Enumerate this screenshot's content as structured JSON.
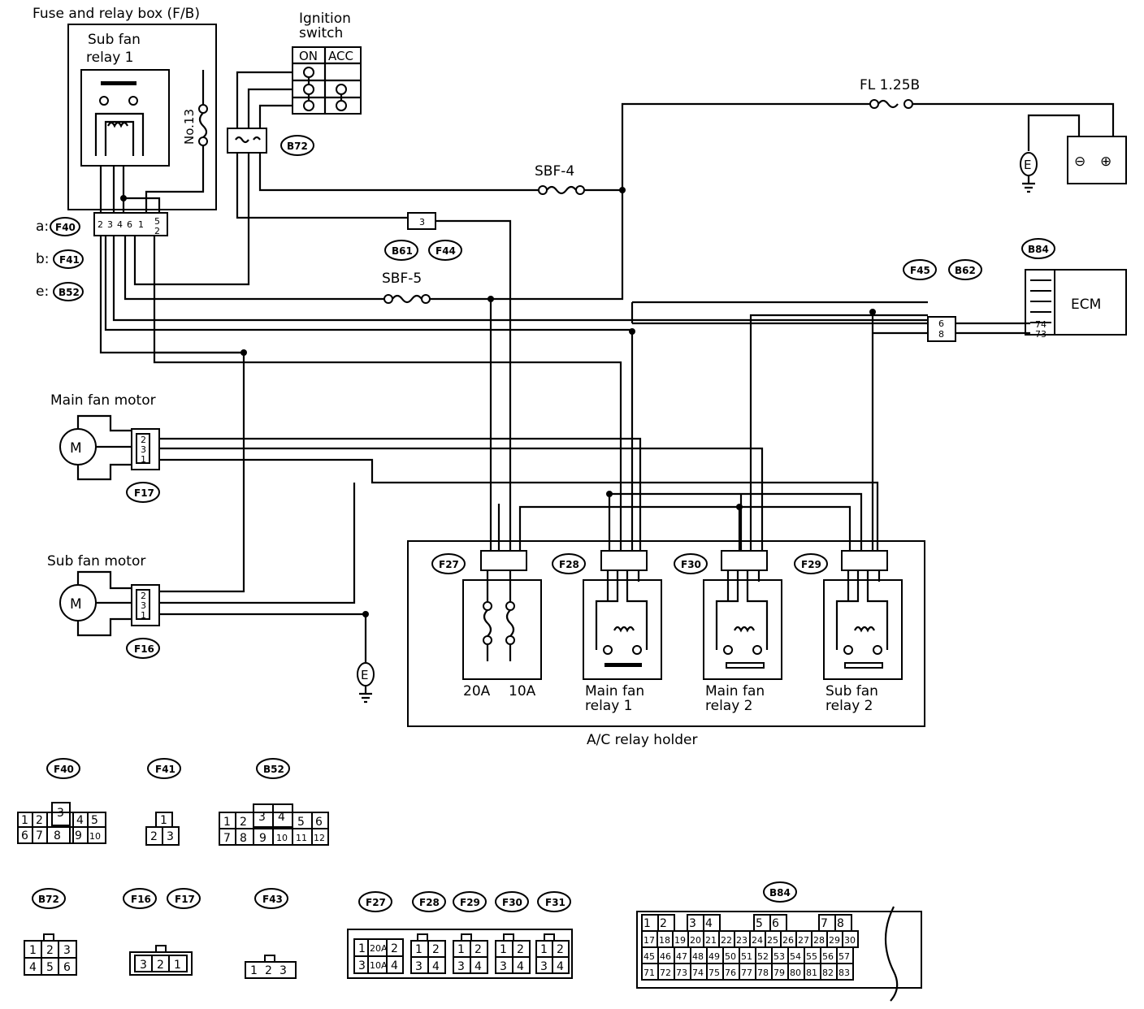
{
  "labels": {
    "fuse_relay_box": "Fuse and relay box (F/B)",
    "sub_fan_relay1_l1": "Sub fan",
    "sub_fan_relay1_l2": "relay 1",
    "no13": "No.13",
    "ignition_l1": "Ignition",
    "ignition_l2": "switch",
    "ign_on": "ON",
    "ign_acc": "ACC",
    "fl125b": "FL 1.25B",
    "sbf4": "SBF-4",
    "sbf5": "SBF-5",
    "ecm": "ECM",
    "main_fan_motor": "Main fan motor",
    "sub_fan_motor": "Sub fan motor",
    "fuse20a": "20A",
    "fuse10a": "10A",
    "main_fan_relay1_l1": "Main fan",
    "main_fan_relay1_l2": "relay 1",
    "main_fan_relay2_l1": "Main fan",
    "main_fan_relay2_l2": "relay 2",
    "sub_fan_relay2_l1": "Sub fan",
    "sub_fan_relay2_l2": "relay 2",
    "ac_relay_holder": "A/C relay holder",
    "ground": "E",
    "bat_minus": "⊖",
    "bat_plus": "⊕",
    "prefix_a": "a:",
    "prefix_b": "b:",
    "prefix_e": "e:"
  },
  "connectors": {
    "F40": "F40",
    "F41": "F41",
    "B52": "B52",
    "B72": "B72",
    "B61": "B61",
    "F44": "F44",
    "B84": "B84",
    "F45": "F45",
    "B62": "B62",
    "F17": "F17",
    "F16": "F16",
    "F27": "F27",
    "F28": "F28",
    "F30": "F30",
    "F29": "F29",
    "F43": "F43",
    "F31": "F31"
  },
  "pins": {
    "ecm_74": "74",
    "ecm_73": "73",
    "f45_6": "6",
    "f45_8": "8",
    "b61_3": "3",
    "fan_2": "2",
    "fan_3": "3",
    "fan_1": "1",
    "fb_2": "2",
    "fb_3": "3",
    "fb_4": "4",
    "fb_6": "6",
    "fb_1": "1",
    "fb_5": "5",
    "fb_2b": "2"
  },
  "legend": {
    "F40": {
      "top": [
        "3"
      ],
      "row1": [
        "1",
        "2",
        "4",
        "5"
      ],
      "row2": [
        "6",
        "7",
        "8",
        "9",
        "10"
      ]
    },
    "F41": {
      "top": [
        "1"
      ],
      "row2": [
        "2",
        "3"
      ]
    },
    "B52": {
      "top": [
        "3",
        "4"
      ],
      "row1": [
        "1",
        "2",
        "5",
        "6"
      ],
      "row2": [
        "7",
        "8",
        "9",
        "10",
        "11",
        "12"
      ]
    },
    "B72": {
      "row1": [
        "1",
        "2",
        "3"
      ],
      "row2": [
        "4",
        "5",
        "6"
      ]
    },
    "F16F17": {
      "row1": [
        "3",
        "2",
        "1"
      ]
    },
    "F43": {
      "row1": [
        "1",
        "2",
        "3"
      ]
    },
    "F27": {
      "row1": [
        "1",
        "20A",
        "2"
      ],
      "row2": [
        "3",
        "10A",
        "4"
      ]
    },
    "relay": {
      "row1": [
        "1",
        "2"
      ],
      "row2": [
        "3",
        "4"
      ]
    },
    "B84": {
      "row1": [
        "1",
        "2",
        "3",
        "4",
        "5",
        "6",
        "7",
        "8"
      ],
      "row2": [
        "17",
        "18",
        "19",
        "20",
        "21",
        "22",
        "23",
        "24",
        "25",
        "26",
        "27",
        "28",
        "29",
        "30"
      ],
      "row3": [
        "45",
        "46",
        "47",
        "48",
        "49",
        "50",
        "51",
        "52",
        "53",
        "54",
        "55",
        "56",
        "57"
      ],
      "row4": [
        "71",
        "72",
        "73",
        "74",
        "75",
        "76",
        "77",
        "78",
        "79",
        "80",
        "81",
        "82",
        "83"
      ]
    }
  }
}
